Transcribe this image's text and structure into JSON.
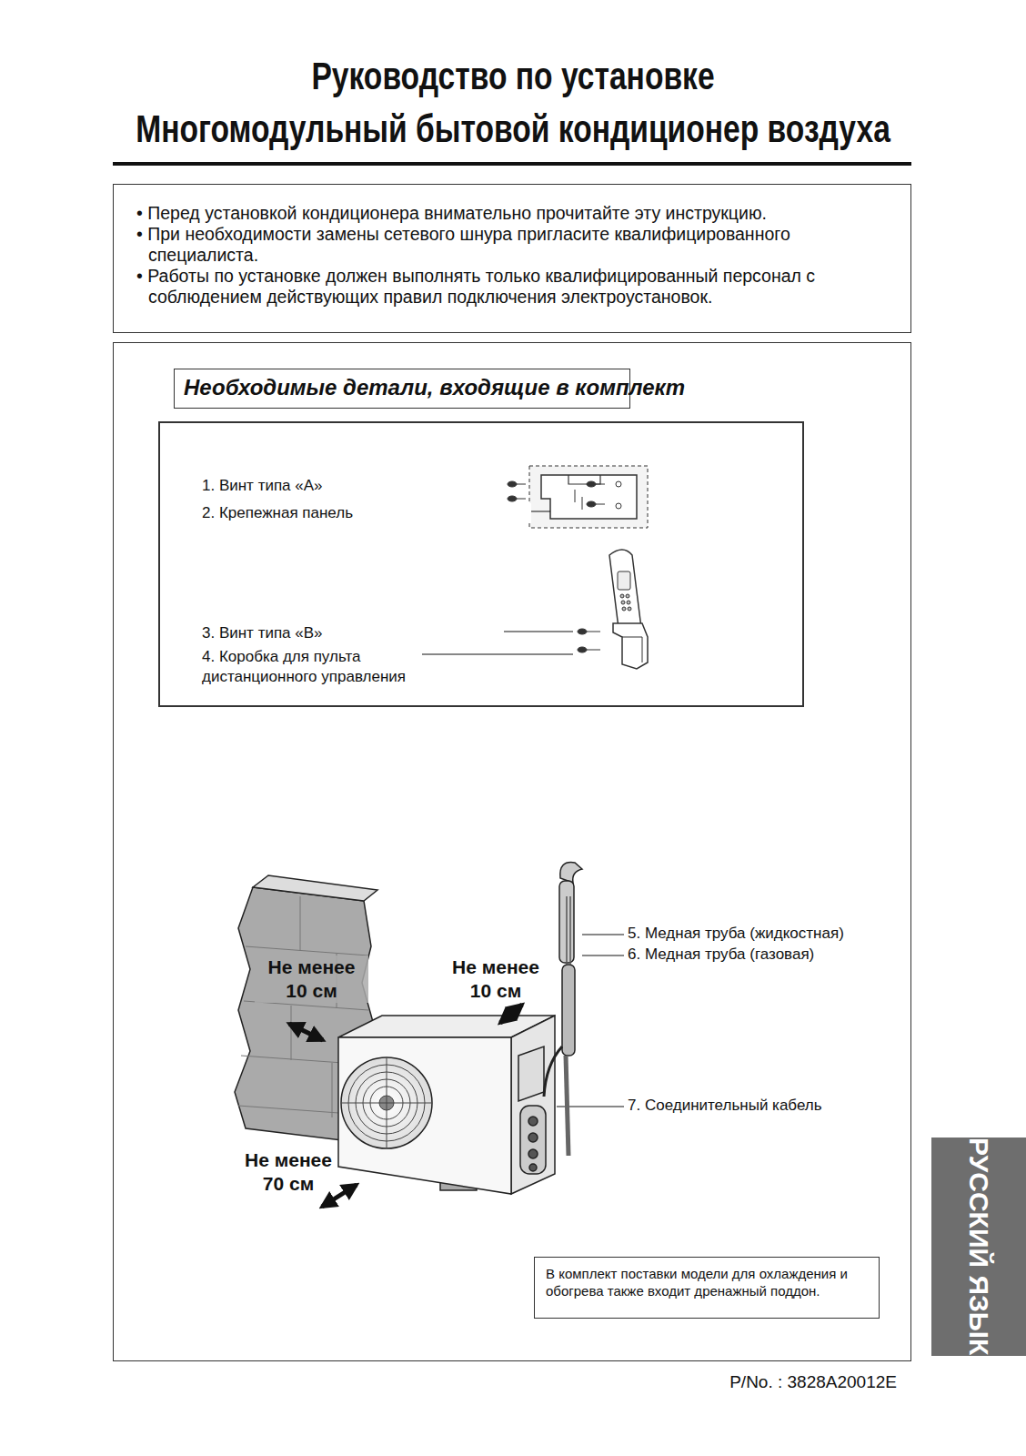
{
  "diagram": {
    "title": "Руководство по установке",
    "nodes": [
      {
        "text": [
          "• Перед установкой кондиционера внимательно прочитайте эту инструкцию.",
          "• При необходимости замены сетевого шнура пригласите квалифицированного специалиста.",
          "• Работы по установке должен выполнять только квалифицированный персонал с соблюдением действующих правил подключения электроустановок."
        ]
      },
      {
        "text": []
      },
      {
        "text": [
          "Необходимые детали, входящие в комплект"
        ],
        "in": 1
      },
      {
        "text": [
          "1. Винт типа «A»",
          "2. Крепежная панель",
          "3. Винт типа «B»",
          "4. Коробка для пульта дистанционного управления"
        ],
        "in": 1
      },
      {
        "text": [
          "В комплект поставки модели для охлаждения и обогрева также входит дренажный поддон."
        ],
        "in": 1
      },
      {
        "text": [
          "РУССКИЙ ЯЗЫК"
        ]
      }
    ],
    "labels": [
      "Многомодульный бытовой кондиционер воздуха",
      "5. Медная труба (жидкостная)",
      "6. Медная труба (газовая)",
      "7. Соединительный кабель",
      "Не менее 10 см",
      "Не менее 10 см",
      "Не менее 70 см",
      "P/No. : 3828A20012E"
    ]
  }
}
